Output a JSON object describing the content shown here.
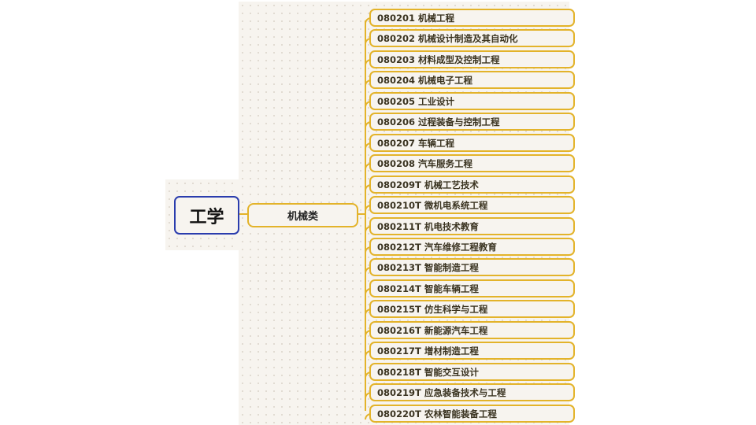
{
  "mindmap": {
    "root": {
      "label": "工学",
      "border_color": "#2a3cad"
    },
    "main_branch": {
      "label": "机械类",
      "border_color": "#e3b32a"
    },
    "items": [
      {
        "code": "080201",
        "name": "机械工程",
        "label": "080201 机械工程"
      },
      {
        "code": "080202",
        "name": "机械设计制造及其自动化",
        "label": "080202 机械设计制造及其自动化"
      },
      {
        "code": "080203",
        "name": "材料成型及控制工程",
        "label": "080203 材料成型及控制工程"
      },
      {
        "code": "080204",
        "name": "机械电子工程",
        "label": "080204 机械电子工程"
      },
      {
        "code": "080205",
        "name": "工业设计",
        "label": "080205 工业设计"
      },
      {
        "code": "080206",
        "name": "过程装备与控制工程",
        "label": "080206 过程装备与控制工程"
      },
      {
        "code": "080207",
        "name": "车辆工程",
        "label": "080207 车辆工程"
      },
      {
        "code": "080208",
        "name": "汽车服务工程",
        "label": "080208 汽车服务工程"
      },
      {
        "code": "080209T",
        "name": "机械工艺技术",
        "label": "080209T 机械工艺技术"
      },
      {
        "code": "080210T",
        "name": "微机电系统工程",
        "label": "080210T 微机电系统工程"
      },
      {
        "code": "080211T",
        "name": "机电技术教育",
        "label": "080211T 机电技术教育"
      },
      {
        "code": "080212T",
        "name": "汽车维修工程教育",
        "label": "080212T 汽车维修工程教育"
      },
      {
        "code": "080213T",
        "name": "智能制造工程",
        "label": "080213T 智能制造工程"
      },
      {
        "code": "080214T",
        "name": "智能车辆工程",
        "label": "080214T 智能车辆工程"
      },
      {
        "code": "080215T",
        "name": "仿生科学与工程",
        "label": "080215T 仿生科学与工程"
      },
      {
        "code": "080216T",
        "name": "新能源汽车工程",
        "label": "080216T 新能源汽车工程"
      },
      {
        "code": "080217T",
        "name": "增材制造工程",
        "label": "080217T 增材制造工程"
      },
      {
        "code": "080218T",
        "name": "智能交互设计",
        "label": "080218T 智能交互设计"
      },
      {
        "code": "080219T",
        "name": "应急装备技术与工程",
        "label": "080219T 应急装备技术与工程"
      },
      {
        "code": "080220T",
        "name": "农林智能装备工程",
        "label": "080220T 农林智能装备工程"
      }
    ],
    "colors": {
      "canvas": "#f7f4ef",
      "branch_line": "#e3b32a",
      "root_border": "#2a3cad",
      "item_text": "#3a3320"
    }
  }
}
